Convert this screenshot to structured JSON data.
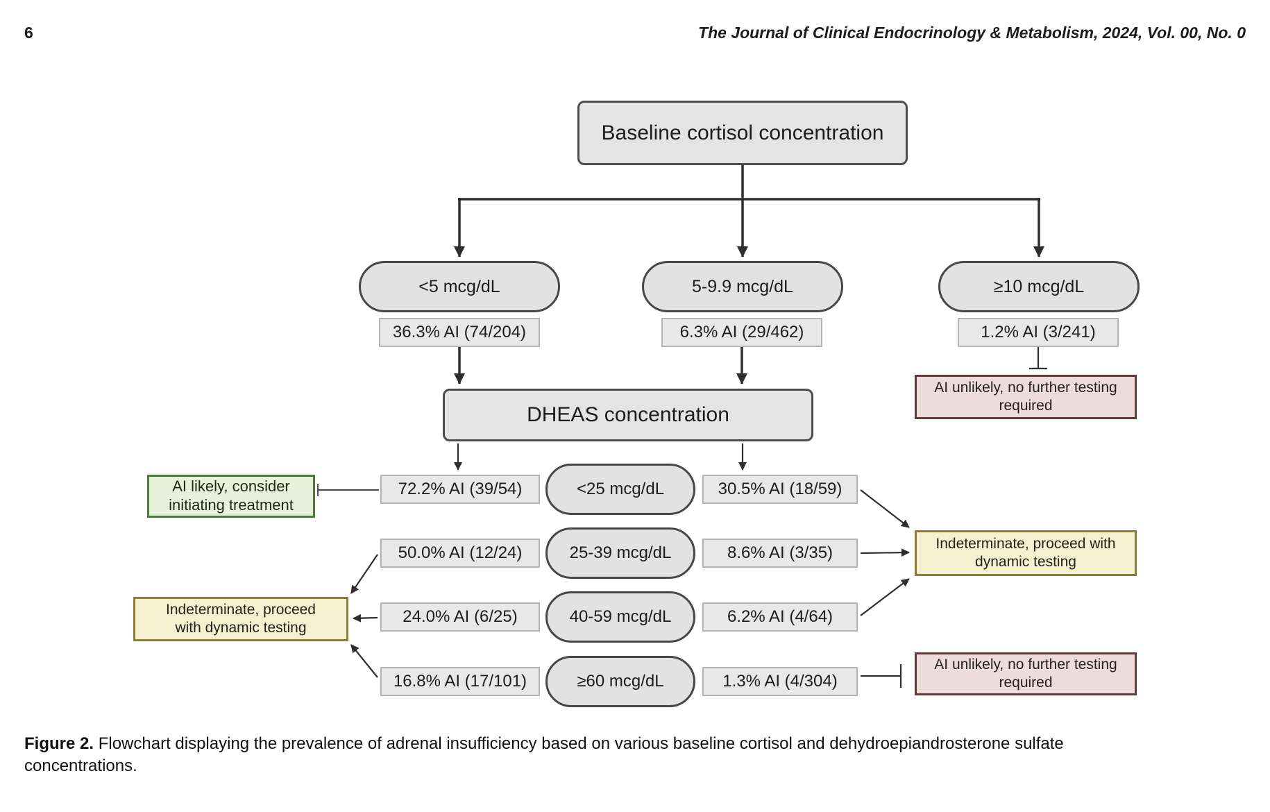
{
  "page": {
    "number": "6",
    "journal_header": "The Journal of Clinical Endocrinology & Metabolism, 2024, Vol. 00, No. 0"
  },
  "flowchart": {
    "root_label": "Baseline cortisol concentration",
    "dheas_label": "DHEAS concentration",
    "cortisol_branches": [
      {
        "range": "<5 mcg/dL",
        "stat": "36.3% AI (74/204)"
      },
      {
        "range": "5-9.9 mcg/dL",
        "stat": "6.3% AI (29/462)"
      },
      {
        "range": "≥10 mcg/dL",
        "stat": "1.2% AI (3/241)"
      }
    ],
    "dheas_rows": [
      {
        "left_stat": "72.2% AI (39/54)",
        "range": "<25 mcg/dL",
        "right_stat": "30.5% AI (18/59)"
      },
      {
        "left_stat": "50.0% AI (12/24)",
        "range": "25-39 mcg/dL",
        "right_stat": "8.6% AI (3/35)"
      },
      {
        "left_stat": "24.0% AI (6/25)",
        "range": "40-59 mcg/dL",
        "right_stat": "6.2% AI (4/64)"
      },
      {
        "left_stat": "16.8% AI (17/101)",
        "range": "≥60 mcg/dL",
        "right_stat": "1.3% AI (4/304)"
      }
    ],
    "outcomes": {
      "ai_unlikely_top": {
        "lines": [
          "AI unlikely, no further testing",
          "required"
        ]
      },
      "ai_likely": {
        "lines": [
          "AI likely, consider",
          "initiating treatment"
        ]
      },
      "indeterminate_left": {
        "lines": [
          "Indeterminate, proceed",
          "with dynamic testing"
        ]
      },
      "indeterminate_right": {
        "lines": [
          "Indeterminate, proceed with",
          "dynamic testing"
        ]
      },
      "ai_unlikely_bottom": {
        "lines": [
          "AI unlikely, no further testing",
          "required"
        ]
      }
    },
    "colors": {
      "node_grey_fill": "#e4e4e4",
      "node_grey_border": "#4d4d4d",
      "stat_fill": "#e8e8e8",
      "stat_border": "#b4b4b4",
      "pink_fill": "#eedcdc",
      "pink_border": "#5e3c3c",
      "green_fill": "#e7f2dc",
      "green_border": "#4b7b37",
      "yellow_fill": "#f5f0cf",
      "yellow_border": "#8d7d3c",
      "wire": "#2e2e2e"
    }
  },
  "caption": {
    "label": "Figure 2.",
    "line1": "Flowchart displaying the prevalence of adrenal insufficiency based on various baseline cortisol and dehydroepiandrosterone sulfate",
    "line2": "concentrations."
  }
}
